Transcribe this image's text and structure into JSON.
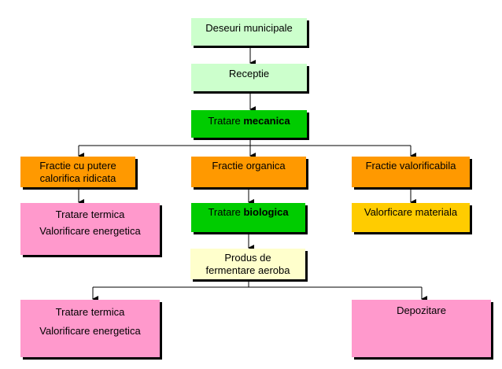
{
  "nodes": {
    "deseuri": {
      "label": "Deseuri municipale"
    },
    "receptie": {
      "label": "Receptie"
    },
    "tratare_mecanica": {
      "prefix": "Tratare ",
      "bold": "mecanica"
    },
    "fractie_calorifica": {
      "line1": "Fractie cu putere",
      "line2": "calorifica ridicata"
    },
    "fractie_organica": {
      "label": "Fractie organica"
    },
    "fractie_valorificabila": {
      "label": "Fractie valorificabila"
    },
    "tratare_termica_1": {
      "line1": "Tratare termica",
      "line2": "Valorificare energetica"
    },
    "tratare_biologica": {
      "prefix": "Tratare ",
      "bold": "biologica"
    },
    "valorficare_materiala": {
      "label": "Valorficare materiala"
    },
    "produs_fermentare": {
      "line1": "Produs de",
      "line2": "fermentare aeroba"
    },
    "tratare_termica_2": {
      "line1": "Tratare termica",
      "line2": "Valorificare energetica"
    },
    "depozitare": {
      "label": "Depozitare"
    }
  },
  "colors": {
    "pale_green": "#ccffcc",
    "green": "#00cc00",
    "orange": "#ff9900",
    "yellow": "#ffcc00",
    "cream": "#ffffcc",
    "pink": "#ff99cc"
  }
}
